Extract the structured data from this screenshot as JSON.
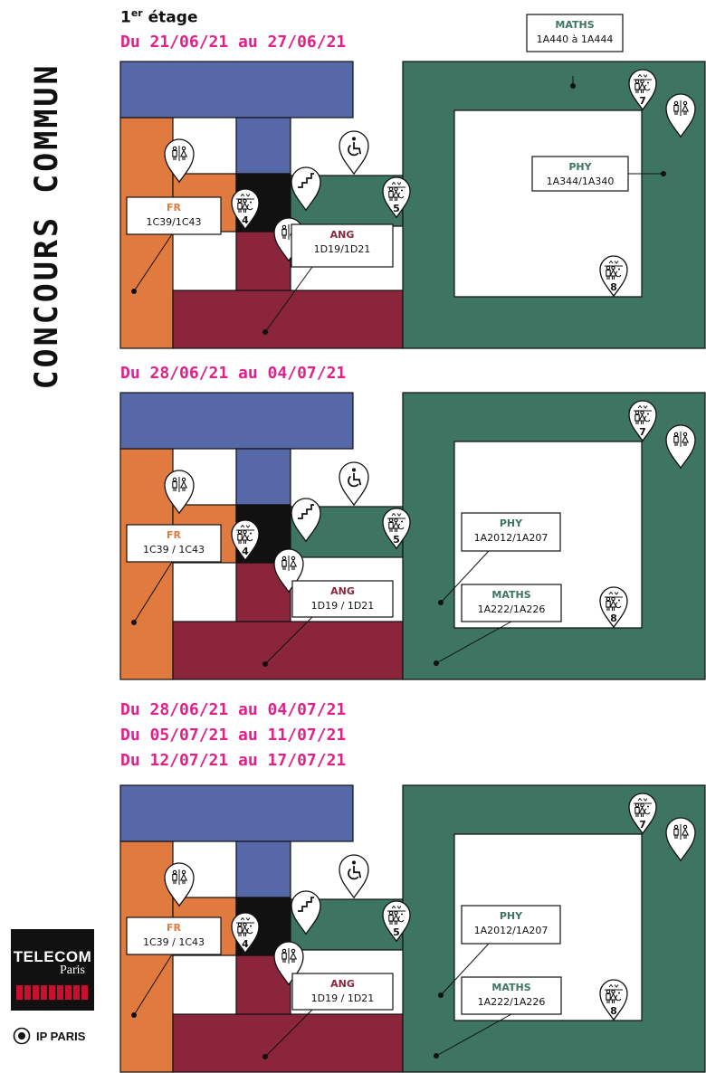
{
  "side_title": "CONCOURS COMMUN",
  "floor": {
    "num": "1",
    "sup": "er",
    "rest": " étage"
  },
  "date_lines": [
    "Du 21/06/21 au 27/06/21",
    "Du 28/06/21 au 04/07/21",
    "Du 28/06/21 au 04/07/21",
    "Du 05/07/21 au 11/07/21",
    "Du 12/07/21 au 17/07/21"
  ],
  "colors": {
    "blue": "#5668a8",
    "orange": "#e07a3f",
    "wine": "#8a253c",
    "green": "#3d7462",
    "black": "#111111",
    "pink": "#e0218a"
  },
  "icon_numbers": {
    "a": "4",
    "b": "5",
    "c": "7",
    "d": "8"
  },
  "plans": [
    {
      "labels": {
        "fr": {
          "title": "FR",
          "rooms": "1C39/1C43"
        },
        "ang": {
          "title": "ANG",
          "rooms": "1D19/1D21"
        },
        "maths": {
          "title": "MATHS",
          "rooms": "1A440 à 1A444"
        },
        "phy": {
          "title": "PHY",
          "rooms": "1A344/1A340"
        }
      }
    },
    {
      "labels": {
        "fr": {
          "title": "FR",
          "rooms": "1C39 / 1C43"
        },
        "ang": {
          "title": "ANG",
          "rooms": "1D19 / 1D21"
        },
        "phy": {
          "title": "PHY",
          "rooms": "1A2012/1A207"
        },
        "maths": {
          "title": "MATHS",
          "rooms": "1A222/1A226"
        }
      }
    },
    {
      "labels": {
        "fr": {
          "title": "FR",
          "rooms": "1C39 / 1C43"
        },
        "ang": {
          "title": "ANG",
          "rooms": "1D19 / 1D21"
        },
        "phy": {
          "title": "PHY",
          "rooms": "1A2012/1A207"
        },
        "maths": {
          "title": "MATHS",
          "rooms": "1A222/1A226"
        }
      }
    }
  ],
  "logos": {
    "telecom": "TELECOM",
    "paris": "Paris",
    "ipparis": "IP PARIS"
  }
}
